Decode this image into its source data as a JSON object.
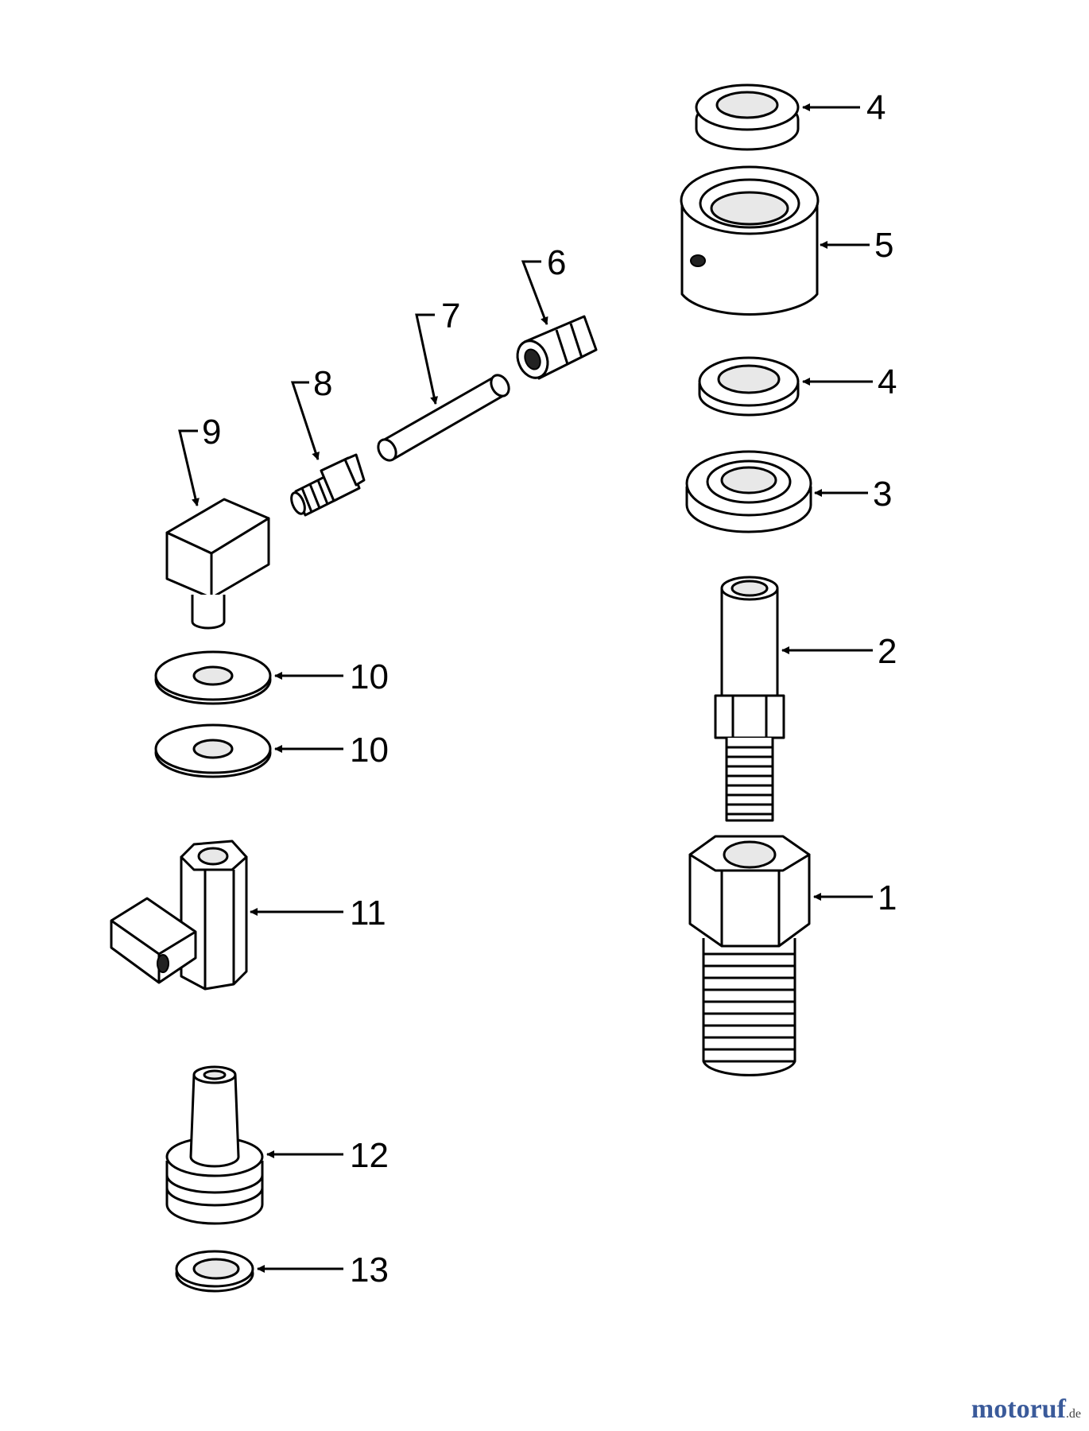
{
  "parts": [
    {
      "id": "1",
      "label": "1"
    },
    {
      "id": "2",
      "label": "2"
    },
    {
      "id": "3",
      "label": "3"
    },
    {
      "id": "4a",
      "label": "4"
    },
    {
      "id": "4b",
      "label": "4"
    },
    {
      "id": "5",
      "label": "5"
    },
    {
      "id": "6",
      "label": "6"
    },
    {
      "id": "7",
      "label": "7"
    },
    {
      "id": "8",
      "label": "8"
    },
    {
      "id": "9",
      "label": "9"
    },
    {
      "id": "10a",
      "label": "10"
    },
    {
      "id": "10b",
      "label": "10"
    },
    {
      "id": "11",
      "label": "11"
    },
    {
      "id": "12",
      "label": "12"
    },
    {
      "id": "13",
      "label": "13"
    }
  ],
  "watermark": {
    "text": "motoruf",
    "suffix": ".de"
  }
}
